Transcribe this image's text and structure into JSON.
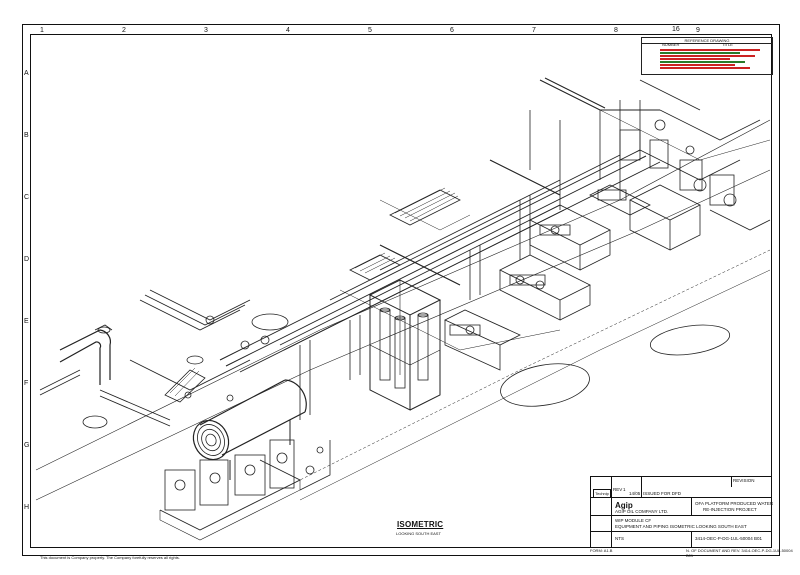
{
  "sheet": {
    "sheet_id": "16"
  },
  "zones": {
    "columns": [
      "1",
      "2",
      "3",
      "4",
      "5",
      "6",
      "7",
      "8",
      "9"
    ],
    "rows": [
      "A",
      "B",
      "C",
      "D",
      "E",
      "F",
      "G",
      "H"
    ]
  },
  "reference_table": {
    "title": "REFERENCE DRAWING",
    "col_number": "NUMBER",
    "col_title": "TITLE"
  },
  "view": {
    "title": "ISOMETRIC",
    "subtitle": "LOOKING SOUTH EAST"
  },
  "title_block": {
    "revision_header": "REVISION",
    "rev_label": "REV",
    "rev_value": "1",
    "rev_date": "14/05",
    "rev_description": "ISSUED FOR DFD",
    "logo_text": "Technip",
    "company_brand": "Agip",
    "company_name": "AGIP OIL COMPANY LTD.",
    "project_line1": "OFA PLATFORM PRODUCED WATER",
    "project_line2": "RE-INJECTION PROJECT",
    "drawing_title1": "WIP MODULE CF",
    "drawing_title2": "EQUIPMENT AND PIPING ISOMETRIC LOOKING SOUTH EAST",
    "scale_label": "NTS",
    "drawing_number": "3414-OEC-P-DG-1UL-50004 B01"
  },
  "footer": {
    "confidential": "This document is Company property. The Company forefully reserves all rights.",
    "format": "FORM: A1.B",
    "doc_ref": "N. OF DOCUMENT AND REV. 3414-OEC-P-DG-1UL-50004 B01"
  }
}
